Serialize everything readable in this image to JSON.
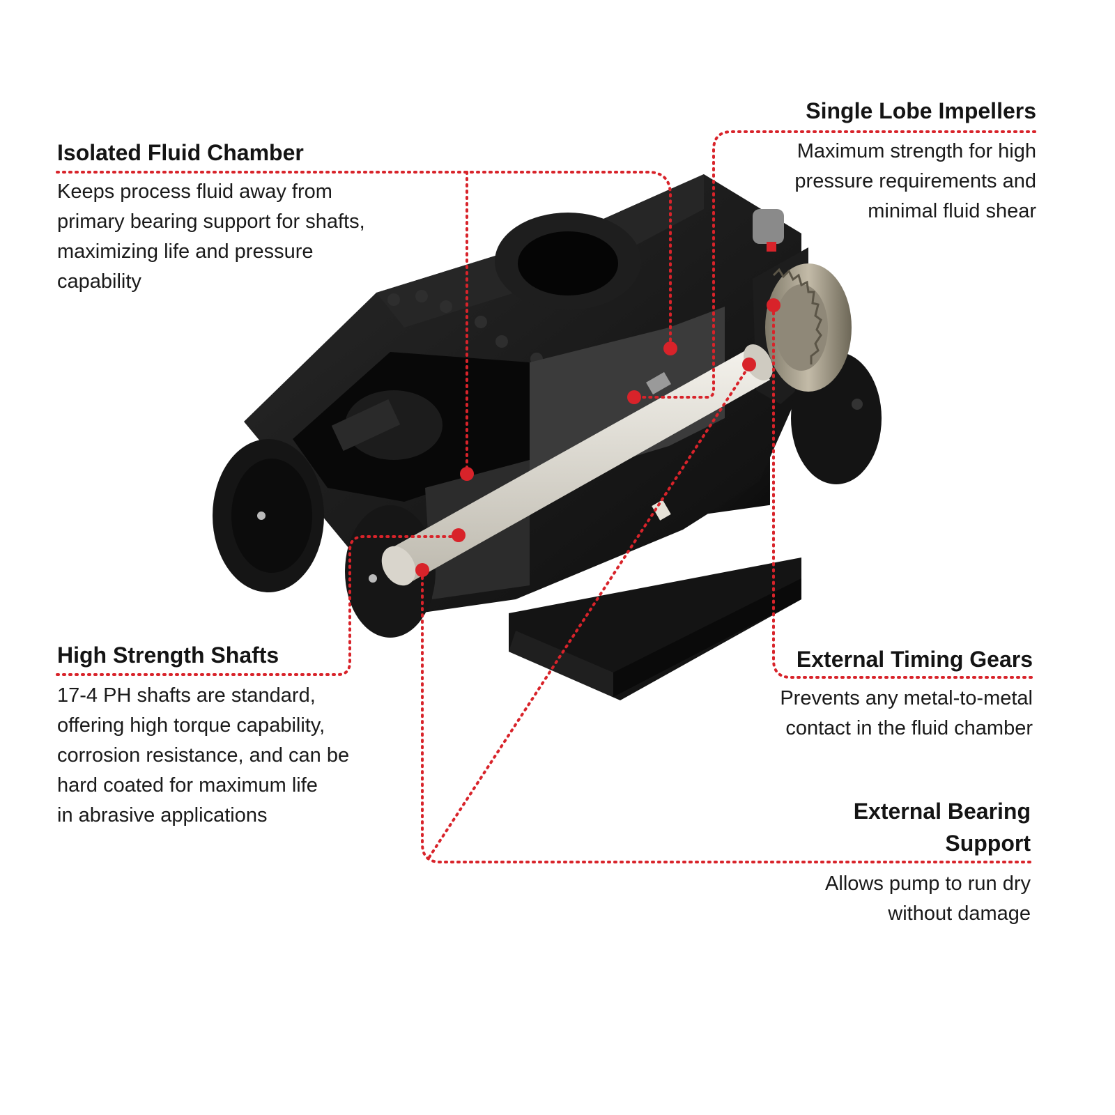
{
  "accent_color": "#d8232a",
  "callouts": {
    "isolated_fluid_chamber": {
      "title": "Isolated Fluid Chamber",
      "body": "Keeps process fluid away from\nprimary bearing support for shafts,\nmaximizing life and pressure\ncapability"
    },
    "single_lobe_impellers": {
      "title": "Single Lobe Impellers",
      "body": "Maximum strength for high\npressure requirements and\nminimal fluid shear"
    },
    "high_strength_shafts": {
      "title": "High Strength Shafts",
      "body": "17-4 PH shafts are standard,\noffering high torque capability,\ncorrosion resistance, and can be\nhard coated for maximum life\nin abrasive applications"
    },
    "external_timing_gears": {
      "title": "External Timing Gears",
      "body": "Prevents any metal-to-metal\ncontact in the fluid chamber"
    },
    "external_bearing_support": {
      "title": "External Bearing\nSupport",
      "body": "Allows pump to run dry\nwithout damage"
    }
  },
  "illustration": {
    "subject": "cutaway-lobe-pump",
    "body_color": "#161616",
    "shaft_color": "#e8e5dd",
    "gear_color": "#a39b89"
  }
}
